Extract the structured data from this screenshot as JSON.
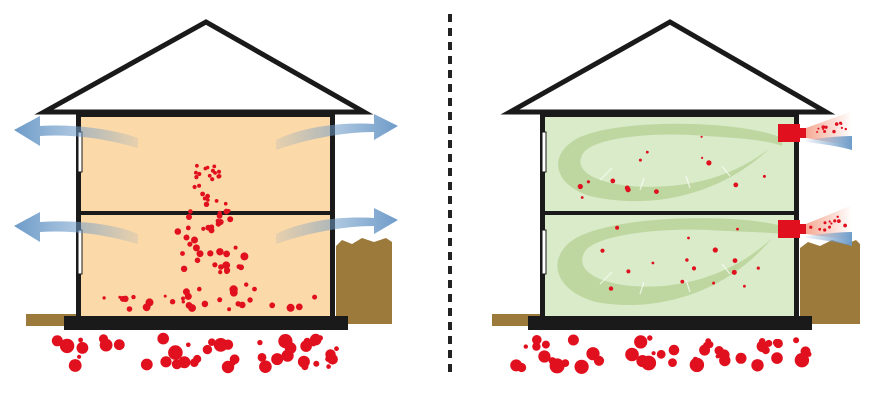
{
  "diagram": {
    "panels": [
      {
        "id": "left",
        "state": "without-ventilation",
        "interior_color": "#FCD9A8",
        "particle_color": "#E0101E"
      },
      {
        "id": "right",
        "state": "with-ventilation-fans",
        "interior_color": "#D9EBC8",
        "airflow_color": "#B8D49A",
        "particle_color": "#E0101E",
        "fan_color": "#E0101E"
      }
    ],
    "divider": {
      "style": "dashed",
      "color": "#222222"
    },
    "colors": {
      "outline": "#1A1A1A",
      "ground": "#9B7A3C",
      "air_arrow": "#6F9CC9",
      "radon_particle": "#E0101E"
    }
  }
}
